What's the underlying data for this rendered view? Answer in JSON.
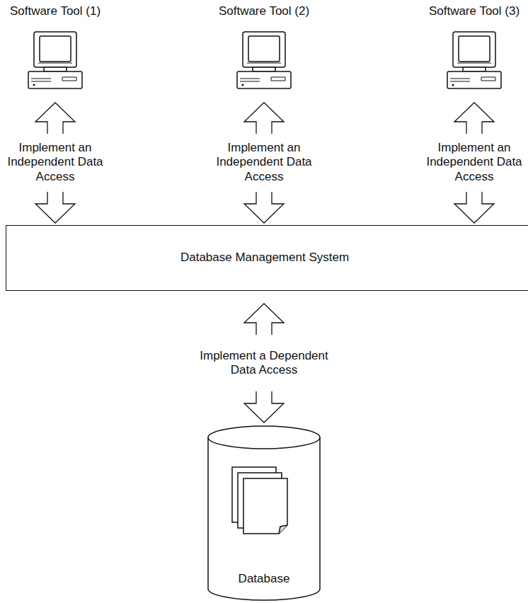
{
  "diagram": {
    "nodes": [
      {
        "text": [
          "Software Tool (1)"
        ]
      },
      {
        "text": [
          "Software Tool (2)"
        ]
      },
      {
        "text": [
          "Software Tool (3)"
        ]
      },
      {
        "text": [
          "Database Management System"
        ]
      },
      {
        "text": [
          "Database"
        ]
      }
    ],
    "edges": [
      {
        "from": 0,
        "to": 3,
        "arrow": "both",
        "label": "Implement an Independent Data Access"
      },
      {
        "from": 1,
        "to": 3,
        "arrow": "both",
        "label": "Implement an Independent Data Access"
      },
      {
        "from": 2,
        "to": 3,
        "arrow": "both",
        "label": "Implement an Independent Data Access"
      },
      {
        "from": 3,
        "to": 4,
        "arrow": "both",
        "label": "Implement a Dependent Data Access"
      }
    ]
  }
}
